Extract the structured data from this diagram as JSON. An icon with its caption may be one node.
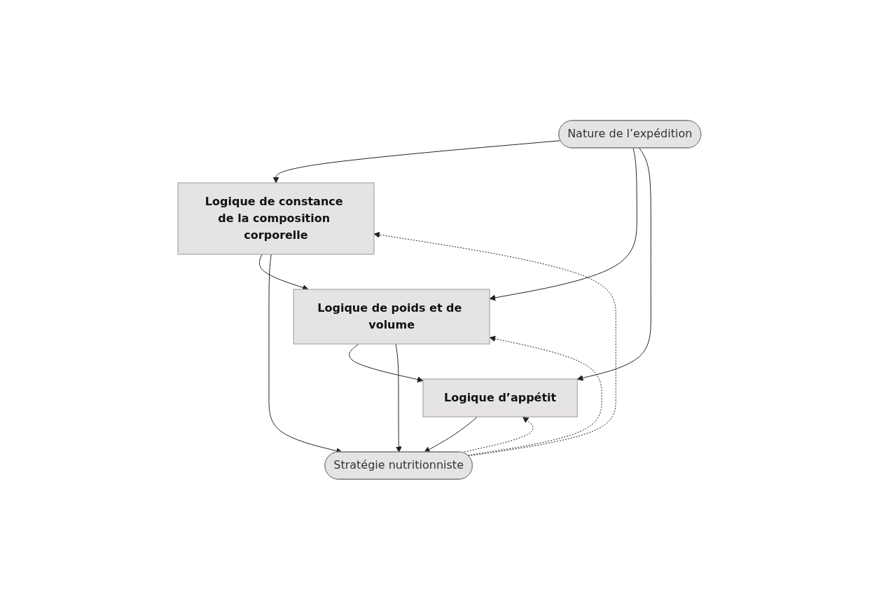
{
  "diagram": {
    "nodes": [
      {
        "text": [
          "Nature de l’expédition"
        ]
      },
      {
        "text": [
          "Logique de constance de la composition corporelle"
        ]
      },
      {
        "text": [
          "Logique de poids et de volume"
        ]
      },
      {
        "text": [
          "Logique d’appétit"
        ]
      },
      {
        "text": [
          "Stratégie nutritionniste"
        ]
      }
    ],
    "edges": [
      {
        "from": 0,
        "to": 1,
        "arrow": "to"
      },
      {
        "from": 0,
        "to": 2,
        "arrow": "to"
      },
      {
        "from": 0,
        "to": 3,
        "arrow": "to"
      },
      {
        "from": 1,
        "to": 2,
        "arrow": "to"
      },
      {
        "from": 2,
        "to": 3,
        "arrow": "to"
      },
      {
        "from": 1,
        "to": 4,
        "arrow": "to"
      },
      {
        "from": 2,
        "to": 4,
        "arrow": "to"
      },
      {
        "from": 3,
        "to": 4,
        "arrow": "to"
      },
      {
        "from": 4,
        "to": 1,
        "arrow": "to",
        "style": "dashed"
      },
      {
        "from": 4,
        "to": 2,
        "arrow": "to",
        "style": "dashed"
      },
      {
        "from": 4,
        "to": 3,
        "arrow": "to",
        "style": "dashed"
      }
    ]
  }
}
